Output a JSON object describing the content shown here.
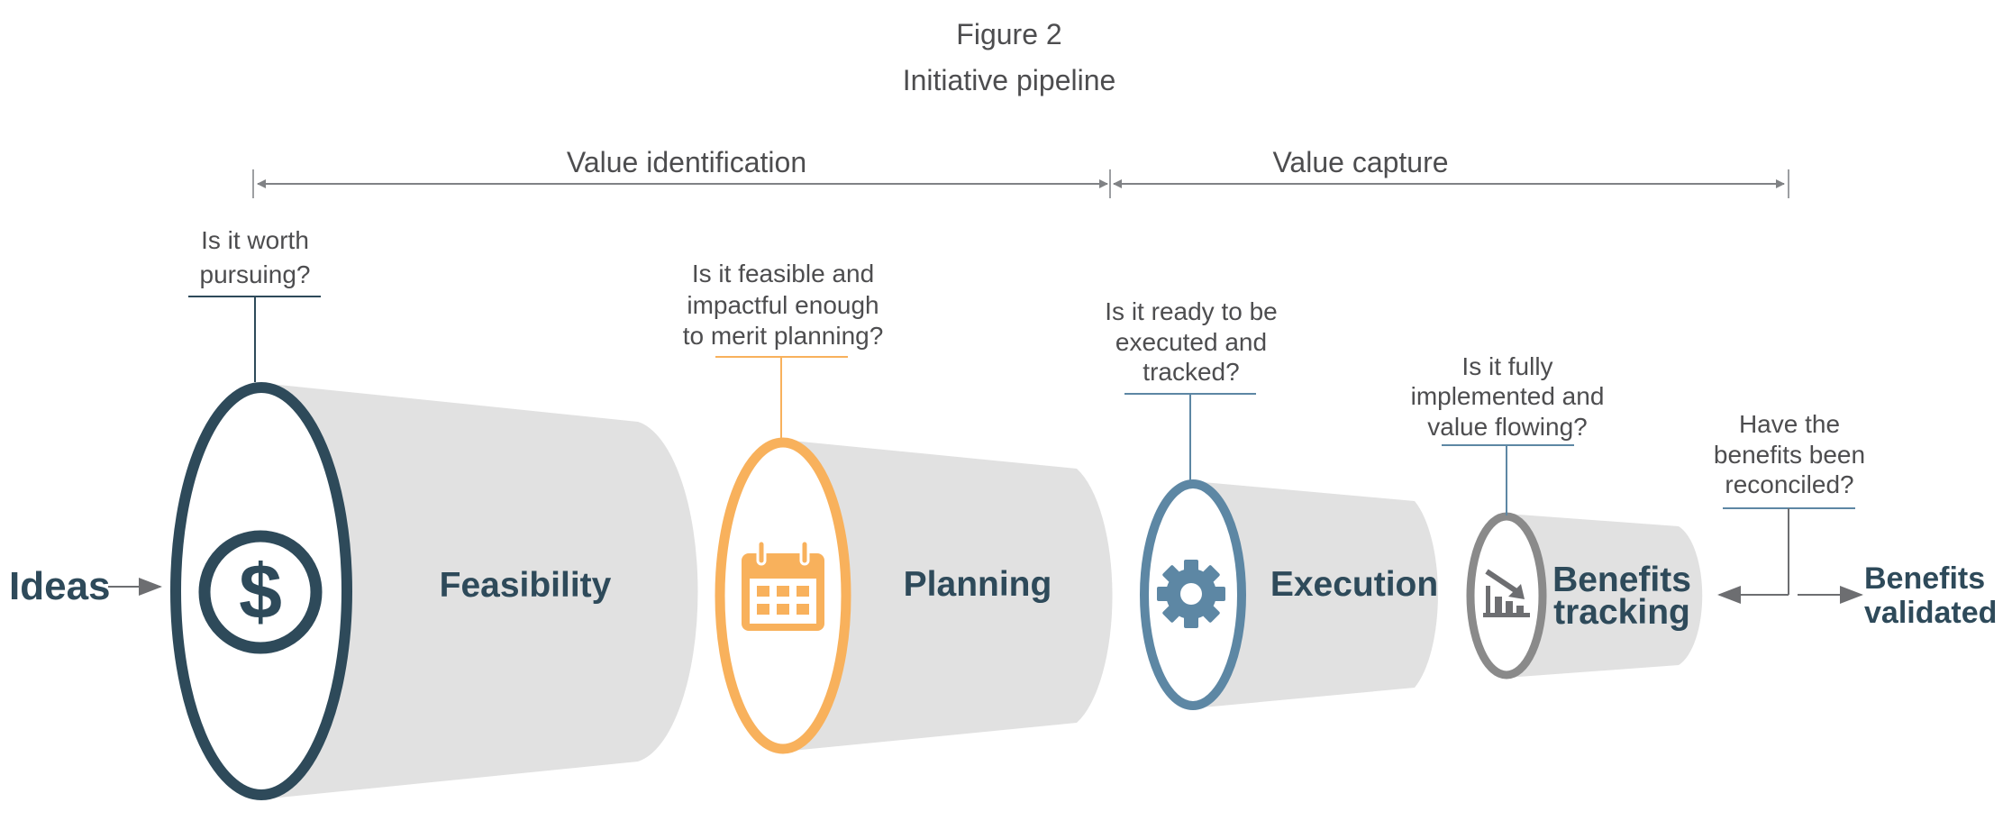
{
  "figure": {
    "label": "Figure 2",
    "title": "Initiative pipeline"
  },
  "spans": [
    {
      "label": "Value identification"
    },
    {
      "label": "Value capture"
    }
  ],
  "start_label": "Ideas",
  "end_label": [
    "Benefits",
    "validated"
  ],
  "end_question": [
    "Have the",
    "benefits been",
    "reconciled?"
  ],
  "stages": [
    {
      "name": [
        "Feasibility"
      ],
      "question": [
        "Is it worth",
        "pursuing?"
      ],
      "icon": "dollar-icon",
      "color": "#2e4a5a"
    },
    {
      "name": [
        "Planning"
      ],
      "question": [
        "Is it feasible and",
        "impactful enough",
        "to merit planning?"
      ],
      "icon": "calendar-icon",
      "color": "#f8b15c"
    },
    {
      "name": [
        "Execution"
      ],
      "question": [
        "Is it ready to be",
        "executed and",
        "tracked?"
      ],
      "icon": "gear-icon",
      "color": "#5d87a4"
    },
    {
      "name": [
        "Benefits",
        "tracking"
      ],
      "question": [
        "Is it fully",
        "implemented and",
        "value flowing?"
      ],
      "icon": "declining-chart-icon",
      "color": "#8a8a8a"
    }
  ],
  "colors": {
    "funnel_body": "#e1e1e1",
    "text_dark": "#2e4a5a",
    "text_grey": "#4d4d4f",
    "arrow_grey": "#6d6e71"
  }
}
